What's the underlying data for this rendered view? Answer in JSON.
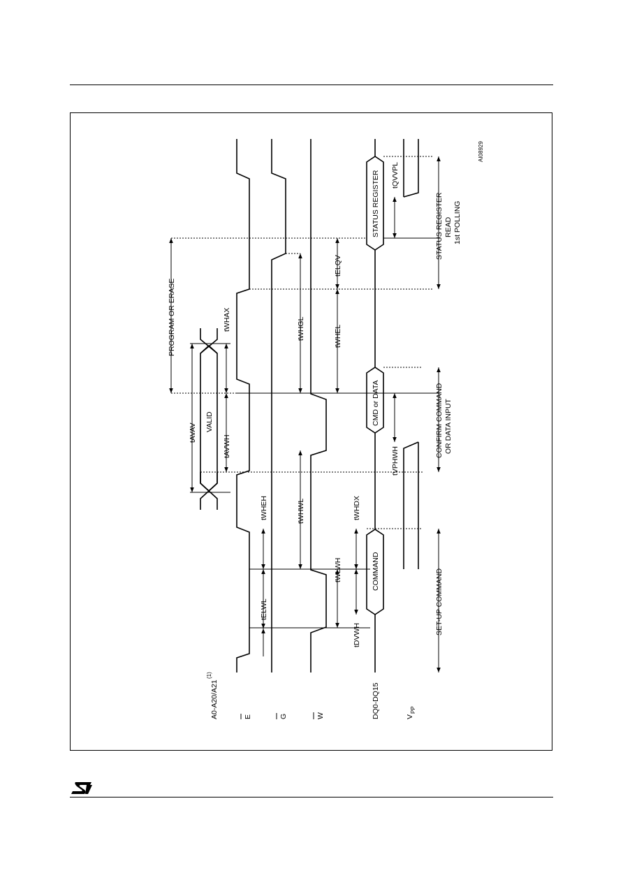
{
  "signals": {
    "address": "A0-A20/A21",
    "address_note": "(1)",
    "e": "E",
    "g": "G",
    "w": "W",
    "dq": "DQ0-DQ15",
    "vpp_v": "V",
    "vpp_sub": "PP"
  },
  "timings": {
    "telwl": "tELWL",
    "twheh": "tWHEH",
    "tavwh": "tAVWH",
    "tavav": "tAVAV",
    "twhax": "tWHAX",
    "twhwl": "tWHWL",
    "twhgl": "tWHGL",
    "tdvwh": "tDVWH",
    "twlwh": "tWLWH",
    "twhdx": "tWHDX",
    "twhel": "tWHEL",
    "telqv": "tELQV",
    "tvphwh": "tVPHWH",
    "tqvvpl": "tQVVPL"
  },
  "boxes": {
    "valid": "VALID",
    "command": "COMMAND",
    "cmd_data": "CMD or DATA",
    "status_register": "STATUS REGISTER"
  },
  "phases": {
    "program_erase": "PROGRAM OR ERASE",
    "setup_command": "SET-UP COMMAND",
    "confirm_line1": "CONFIRM COMMAND",
    "confirm_line2": "OR DATA INPUT",
    "status_line1": "STATUS REGISTER",
    "status_line2": "READ",
    "status_line3": "1st POLLING"
  },
  "figure_code": "AI08929"
}
